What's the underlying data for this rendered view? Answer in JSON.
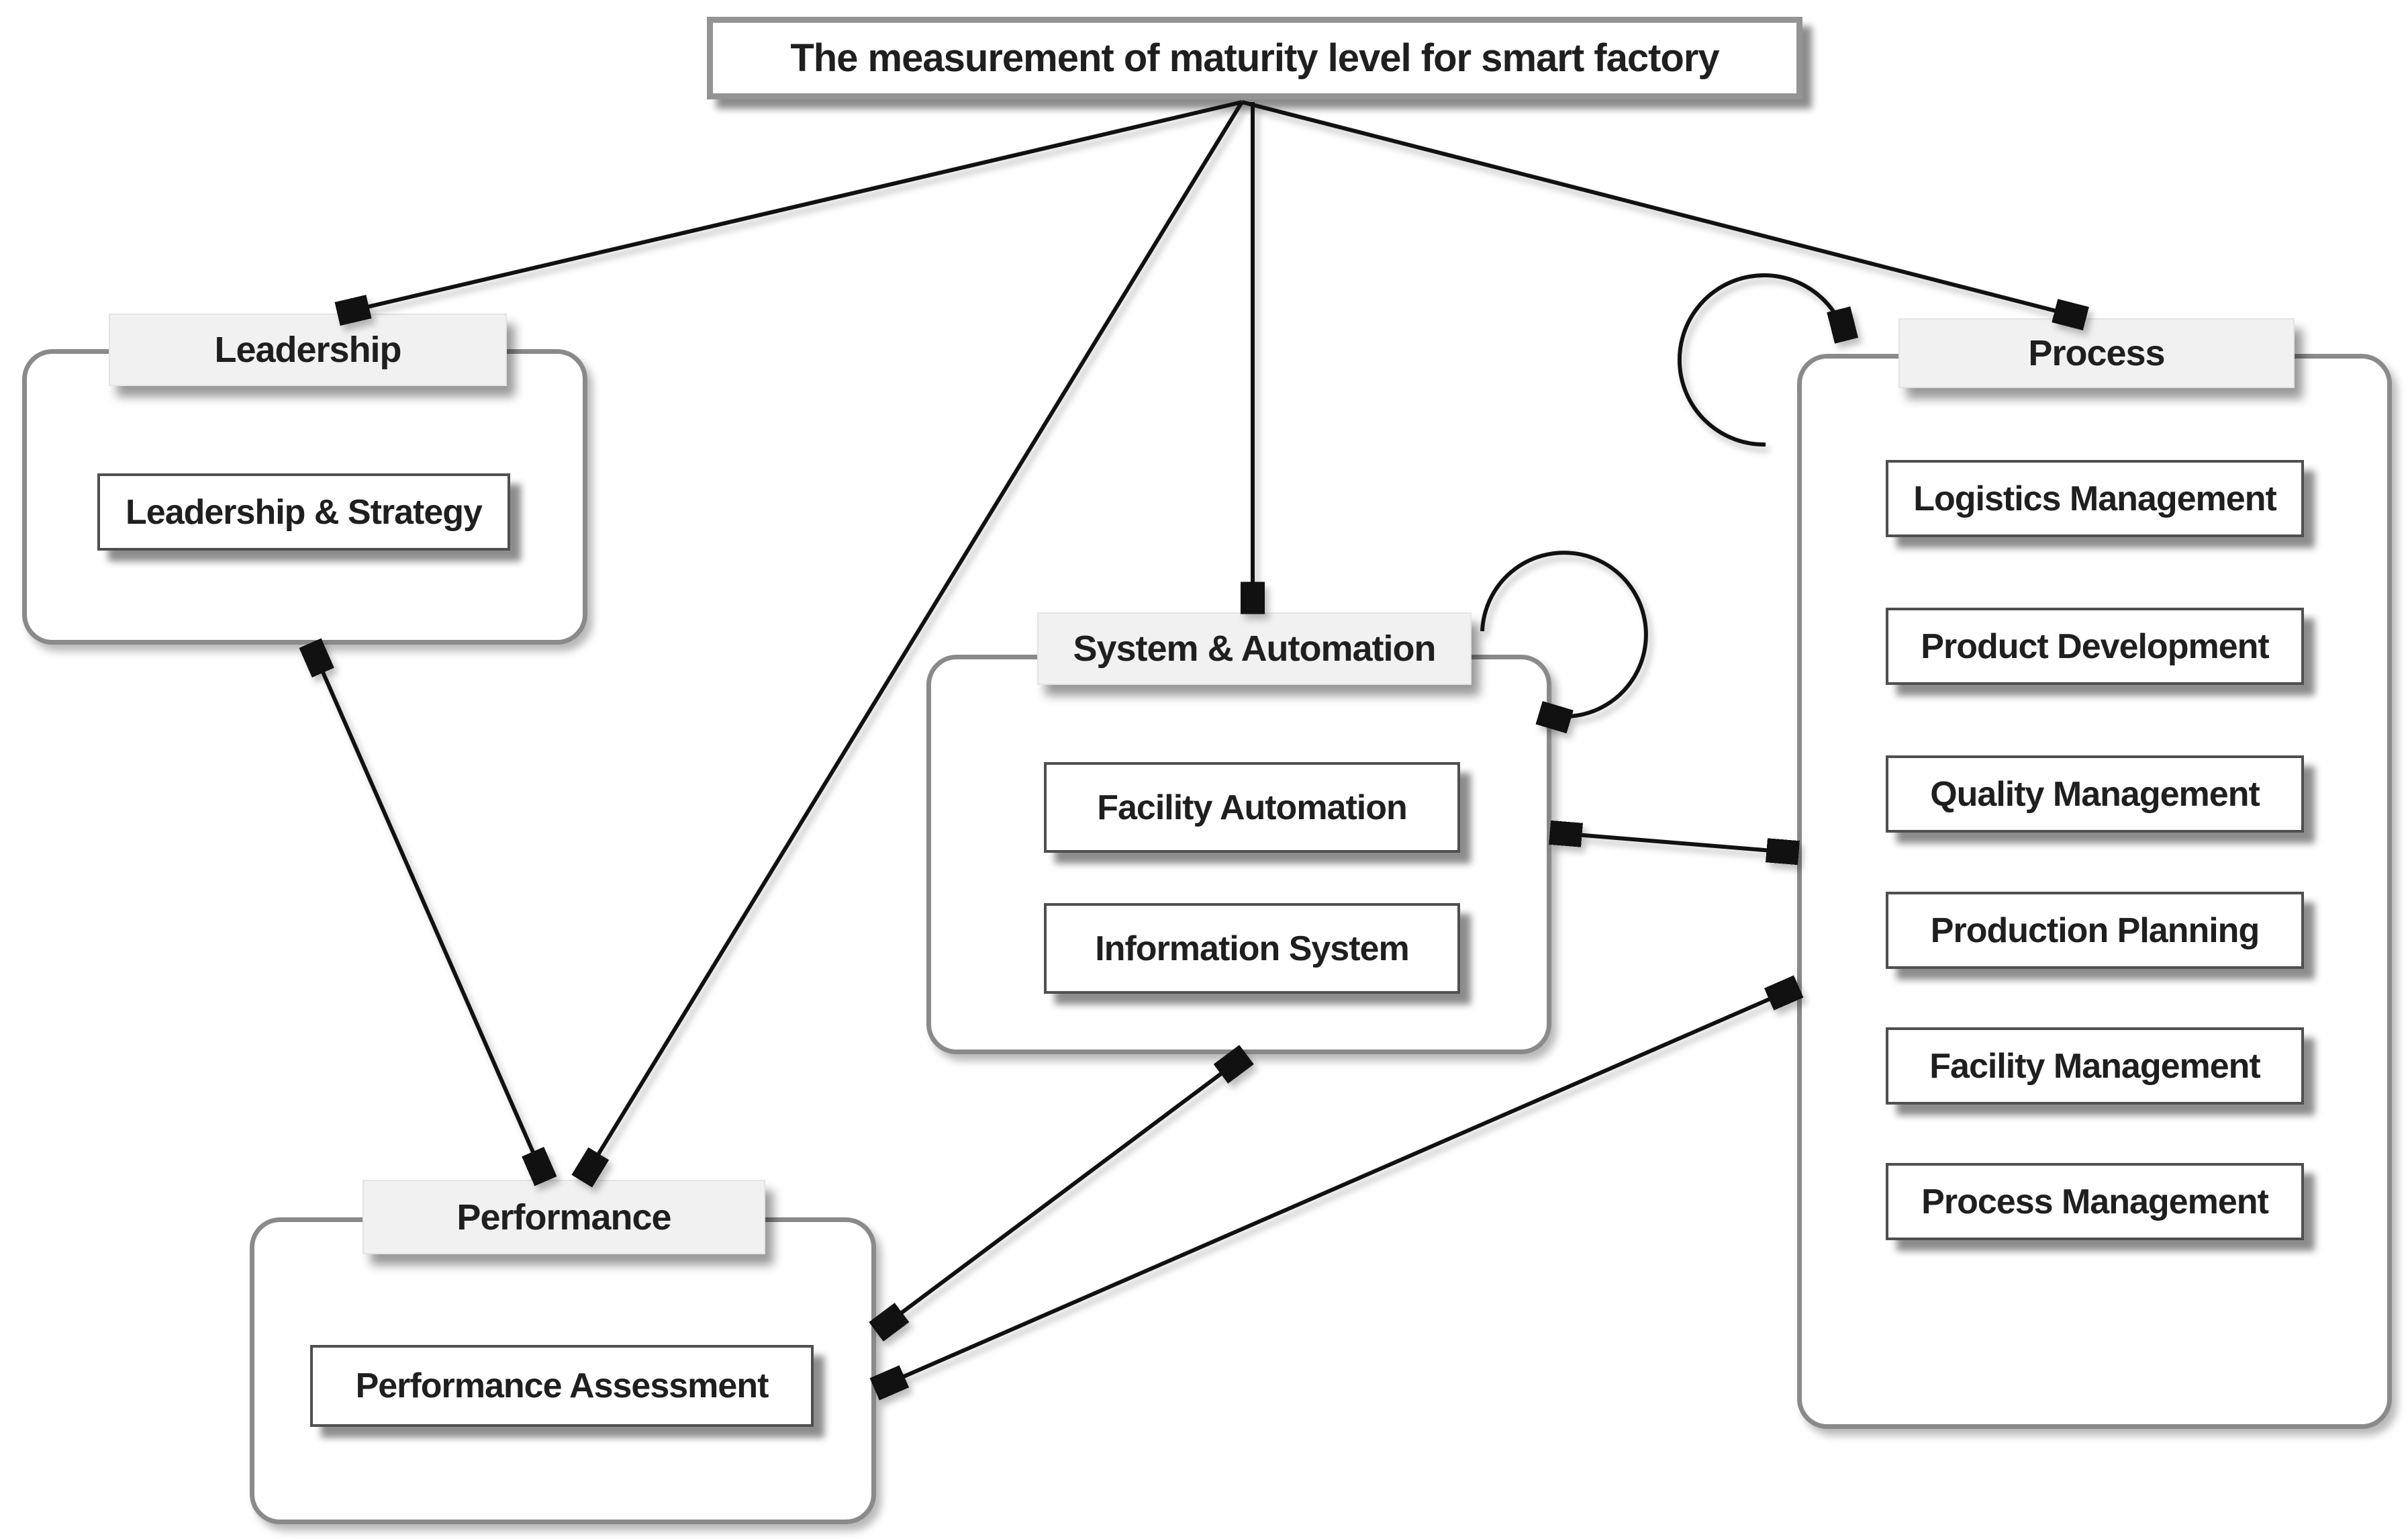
{
  "title": "The measurement of maturity level for smart factory",
  "groups": {
    "leadership": {
      "label": "Leadership",
      "items": [
        "Leadership & Strategy"
      ]
    },
    "system_automation": {
      "label": "System & Automation",
      "items": [
        "Facility Automation",
        "Information System"
      ]
    },
    "process": {
      "label": "Process",
      "items": [
        "Logistics Management",
        "Product Development",
        "Quality Management",
        "Production Planning",
        "Facility Management",
        "Process Management"
      ]
    },
    "performance": {
      "label": "Performance",
      "items": [
        "Performance Assessment"
      ]
    }
  },
  "colors": {
    "background": "#ffffff",
    "frame_border": "#8a8a8a",
    "node_border": "#4f4f4f",
    "header_fill": "#f1f1f1",
    "arrow": "#111111",
    "text": "#1f1f1f"
  }
}
